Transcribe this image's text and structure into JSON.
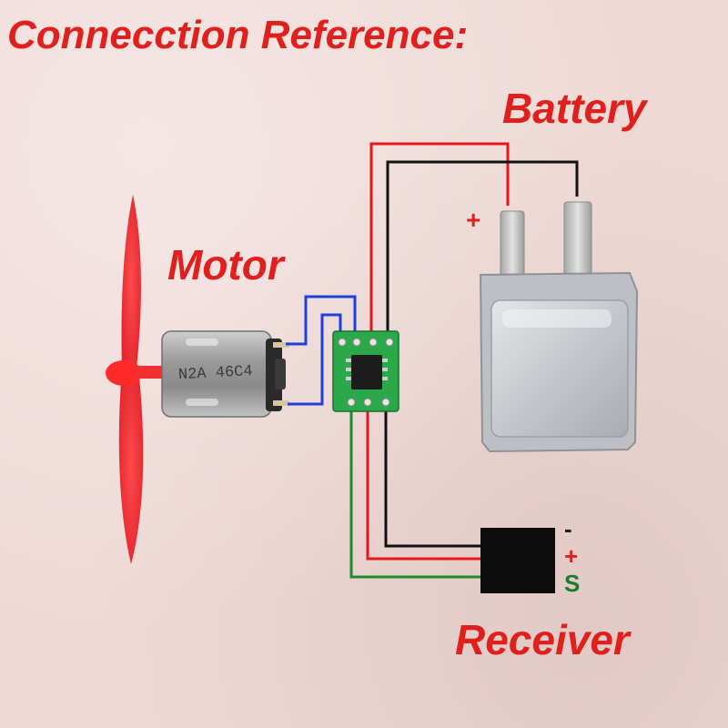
{
  "title": "Connecction Reference:",
  "labels": {
    "battery": "Battery",
    "motor": "Motor",
    "receiver": "Receiver"
  },
  "battery_pins": {
    "plus": "+"
  },
  "receiver_pins": {
    "minus": "-",
    "plus": "+",
    "signal": "S"
  },
  "motor_marking": "N2A 46C4",
  "colors": {
    "label_red": "#e0201c",
    "wire_red": "#e8151b",
    "wire_black": "#111111",
    "wire_blue": "#1f3fd8",
    "wire_green": "#1d8a2e",
    "board_green": "#2aa84a"
  }
}
